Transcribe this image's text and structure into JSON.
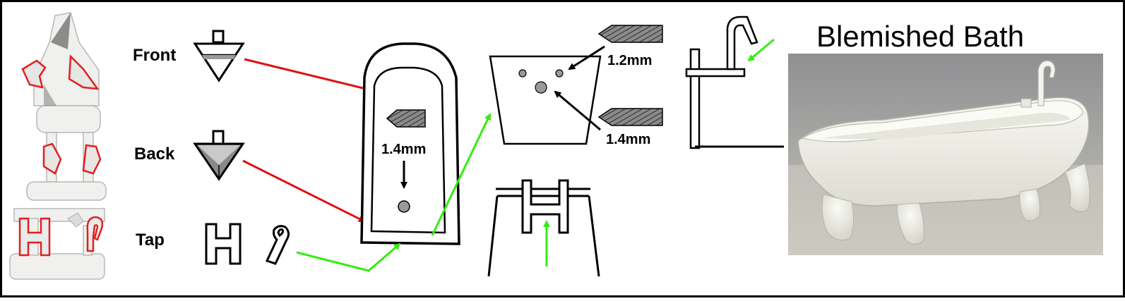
{
  "title": "Blemished Bath",
  "labels": {
    "front": "Front",
    "back": "Back",
    "tap": "Tap"
  },
  "dimensions": {
    "side_bit": "1.4mm",
    "end_upper": "1.2mm",
    "end_lower": "1.4mm"
  },
  "colors": {
    "red_arrow": "#e01010",
    "green_arrow": "#33ee11",
    "outline": "#000000",
    "bit_fill": "#777777",
    "print_white": "#f2f2f2",
    "highlight": "#e02020"
  }
}
